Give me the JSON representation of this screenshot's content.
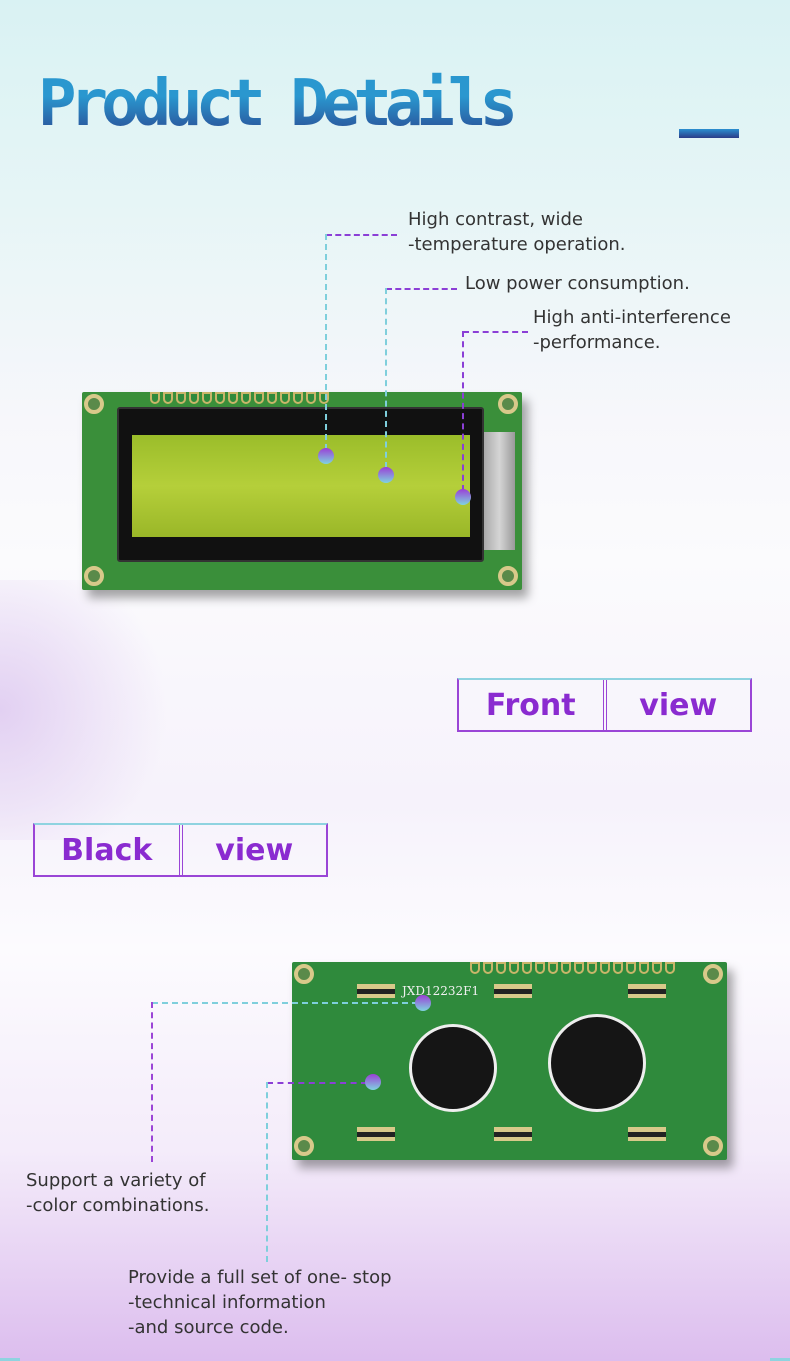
{
  "header": {
    "title": "Product Details"
  },
  "front": {
    "features": [
      {
        "lines": [
          "High contrast, wide",
          "-temperature operation."
        ]
      },
      {
        "lines": [
          "Low power consumption."
        ]
      },
      {
        "lines": [
          "High anti-interference",
          "-performance."
        ]
      }
    ],
    "label": [
      "Front",
      "view"
    ]
  },
  "back": {
    "label": [
      "Black",
      "view"
    ],
    "board_marking": "JXD12232F1",
    "features": [
      {
        "lines": [
          "Support a variety of",
          "-color combinations."
        ]
      },
      {
        "lines": [
          "Provide a full set of one- stop",
          "-technical information",
          "-and source code."
        ]
      }
    ]
  }
}
